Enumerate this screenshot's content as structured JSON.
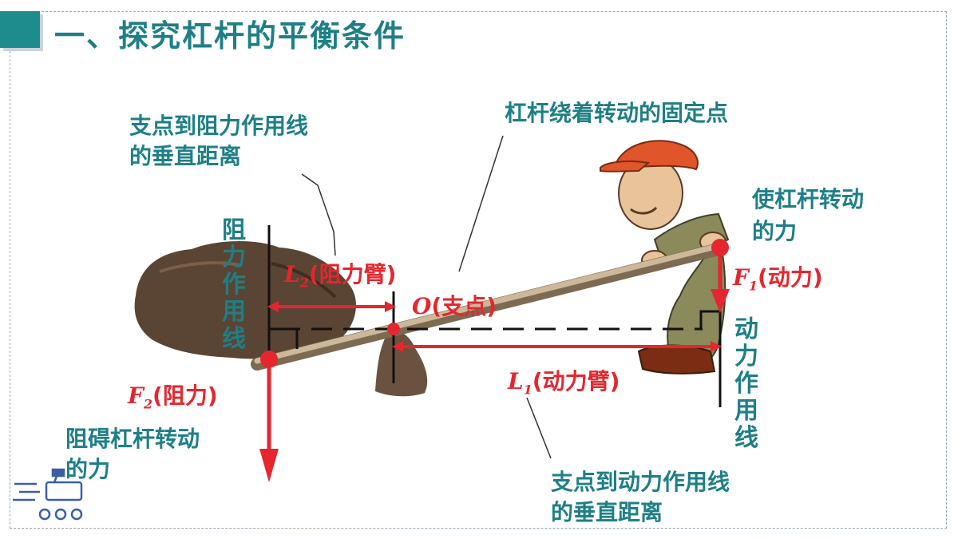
{
  "title": "一、探究杠杆的平衡条件",
  "labels": {
    "resistance_arm_desc_line1": "支点到阻力作用线",
    "resistance_arm_desc_line2": "的垂直距离",
    "fulcrum_desc": "杠杆绕着转动的固定点",
    "effort_desc_line1": "使杠杆转动",
    "effort_desc_line2": "的力",
    "resistance_desc_line1": "阻碍杠杆转动",
    "resistance_desc_line2": "的力",
    "effort_arm_desc_line1": "支点到动力作用线",
    "effort_arm_desc_line2": "的垂直距离",
    "resistance_line_vertical": "阻力作用线",
    "effort_line_vertical": "动力作用线"
  },
  "symbols": {
    "L2_sym": "L",
    "L2_sub": "2",
    "L2_text": "(阻力臂)",
    "O_sym": "O",
    "O_text": "(支点)",
    "F1_sym": "F",
    "F1_sub": "1",
    "F1_text": "(动力)",
    "F2_sym": "F",
    "F2_sub": "2",
    "F2_text": "(阻力)",
    "L1_sym": "L",
    "L1_sub": "1",
    "L1_text": "(动力臂)"
  },
  "colors": {
    "teal": "#1e7f86",
    "red": "#e6262e",
    "rock": "#5a4433",
    "lever": "#b59f80"
  },
  "icons": {
    "corner": "teal-square-icon",
    "logo": "rover-icon"
  }
}
